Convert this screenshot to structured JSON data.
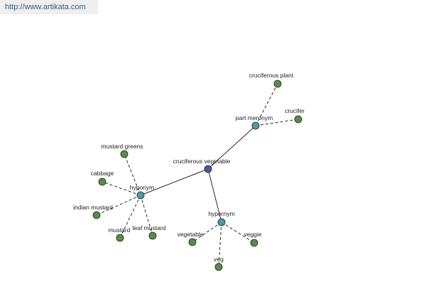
{
  "banner": {
    "url": "http://www.artikata.com"
  },
  "graph": {
    "colors": {
      "word": "#5a8a4e",
      "relation": "#4f9aa3",
      "center": "#4a5a9e",
      "stroke": "#2a2a2a"
    },
    "nodes": {
      "center": {
        "label": "cruciferous vegetable",
        "kind": "center"
      },
      "part_meronym": {
        "label": "part meronym",
        "kind": "relation"
      },
      "hyponym": {
        "label": "hyponym",
        "kind": "relation"
      },
      "hypernym": {
        "label": "hypernym",
        "kind": "relation"
      },
      "cruciferous_plant": {
        "label": "cruciferous plant",
        "kind": "word"
      },
      "crucifer": {
        "label": "crucifer",
        "kind": "word"
      },
      "mustard_greens": {
        "label": "mustard greens",
        "kind": "word"
      },
      "cabbage": {
        "label": "cabbage",
        "kind": "word"
      },
      "indian_mustard": {
        "label": "indian mustard",
        "kind": "word"
      },
      "mustard": {
        "label": "mustard",
        "kind": "word"
      },
      "leaf_mustard": {
        "label": "leaf mustard",
        "kind": "word"
      },
      "vegetable": {
        "label": "vegetable",
        "kind": "word"
      },
      "veggie": {
        "label": "veggie",
        "kind": "word"
      },
      "veg": {
        "label": "veg",
        "kind": "word"
      }
    },
    "edges": [
      {
        "from": "center",
        "to": "part_meronym",
        "style": "solid"
      },
      {
        "from": "center",
        "to": "hyponym",
        "style": "solid"
      },
      {
        "from": "center",
        "to": "hypernym",
        "style": "solid"
      },
      {
        "from": "part_meronym",
        "to": "cruciferous_plant",
        "style": "dashed"
      },
      {
        "from": "part_meronym",
        "to": "crucifer",
        "style": "dashed"
      },
      {
        "from": "hyponym",
        "to": "mustard_greens",
        "style": "dashed"
      },
      {
        "from": "hyponym",
        "to": "cabbage",
        "style": "dashed"
      },
      {
        "from": "hyponym",
        "to": "indian_mustard",
        "style": "dashed"
      },
      {
        "from": "hyponym",
        "to": "mustard",
        "style": "dashed"
      },
      {
        "from": "hyponym",
        "to": "leaf_mustard",
        "style": "dashed"
      },
      {
        "from": "hypernym",
        "to": "vegetable",
        "style": "dashed"
      },
      {
        "from": "hypernym",
        "to": "veggie",
        "style": "dashed"
      },
      {
        "from": "hypernym",
        "to": "veg",
        "style": "dashed"
      }
    ]
  }
}
